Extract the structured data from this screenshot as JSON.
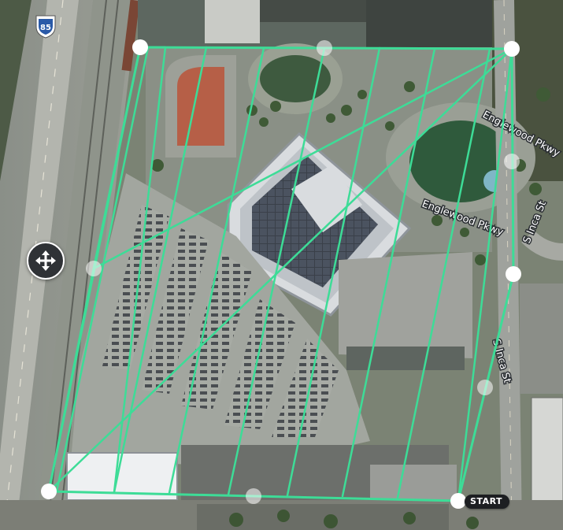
{
  "map": {
    "highway_shield": "85",
    "streets": {
      "englewood_pkwy_upper": "Englewood Pkwy",
      "englewood_pkwy_lower": "Englewood Pkwy",
      "s_inca_st_upper": "S Inca St",
      "s_inca_st_lower": "S Inca St"
    }
  },
  "flight_plan": {
    "line_color": "#3ddc97",
    "vertex_color": "#ffffff",
    "start_label": "START"
  },
  "controls": {
    "move_icon": "move-arrows-icon"
  }
}
